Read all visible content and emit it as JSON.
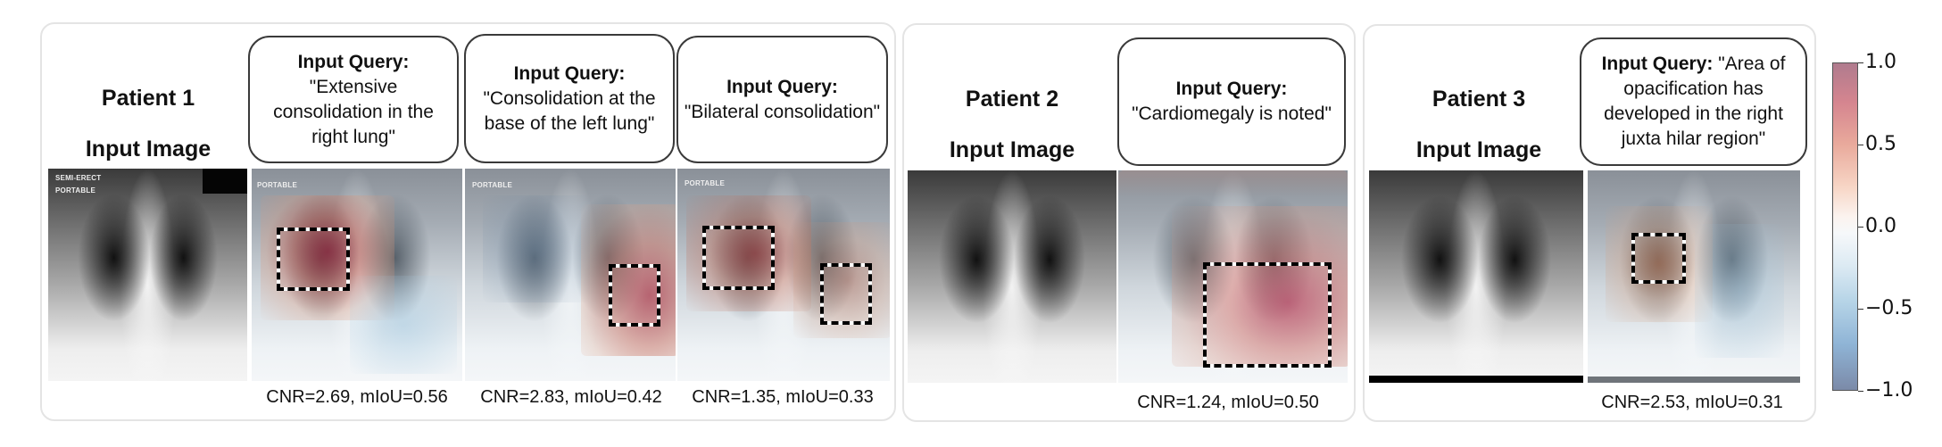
{
  "figure": {
    "patients": [
      {
        "title": "Patient 1",
        "input_label": "Input Image",
        "image_tags": [
          "SEMI-ERECT",
          "PORTABLE"
        ],
        "queries": [
          {
            "label": "Input Query:",
            "text": "\"Extensive consolidation in the right lung\"",
            "caption": "CNR=2.69, mIoU=0.56"
          },
          {
            "label": "Input Query:",
            "text": "\"Consolidation at the base of the left lung\"",
            "caption": "CNR=2.83, mIoU=0.42"
          },
          {
            "label": "Input Query:",
            "text": "\"Bilateral consolidation\"",
            "caption": "CNR=1.35, mIoU=0.33"
          }
        ]
      },
      {
        "title": "Patient 2",
        "input_label": "Input Image",
        "queries": [
          {
            "label": "Input Query:",
            "text": "\"Cardiomegaly is noted\"",
            "caption": "CNR=1.24, mIoU=0.50"
          }
        ]
      },
      {
        "title": "Patient 3",
        "input_label": "Input Image",
        "queries": [
          {
            "label": "Input Query:",
            "text": "\"Area of opacification has developed in the right juxta hilar region\"",
            "caption": "CNR=2.53, mIoU=0.31"
          }
        ]
      }
    ],
    "colorbar": {
      "ticks": [
        "1.0",
        "0.5",
        "0.0",
        "−0.5",
        "−1.0"
      ],
      "colors": {
        "top": "#b07b8e",
        "high": "#d5858f",
        "mid_high": "#f7d6c6",
        "zero": "#f6f8fa",
        "mid_low": "#b6d4e7",
        "low": "#8fb4d6",
        "bottom": "#7b8aa8"
      }
    }
  }
}
